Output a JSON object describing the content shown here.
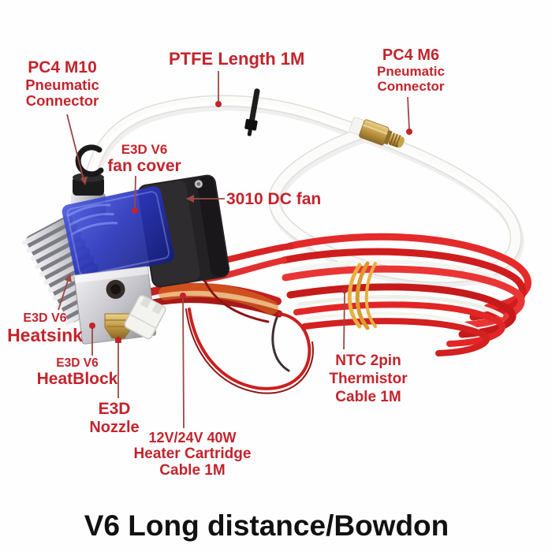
{
  "title": "V6 Long distance/Bowdon",
  "annotations": {
    "pc4_m10": {
      "lines": [
        "PC4 M10",
        "Pneumatic",
        "Connector"
      ]
    },
    "ptfe": {
      "label": "PTFE Length 1M"
    },
    "pc4_m6": {
      "lines": [
        "PC4 M6",
        "Pneumatic",
        "Connector"
      ]
    },
    "fan_cover": {
      "lines": [
        "E3D V6",
        "fan cover"
      ]
    },
    "dc_fan": {
      "label": "3010 DC fan"
    },
    "heatsink": {
      "lines": [
        "E3D V6",
        "Heatsink"
      ]
    },
    "heatblock": {
      "lines": [
        "E3D V6",
        "HeatBlock"
      ]
    },
    "nozzle": {
      "lines": [
        "E3D",
        "Nozzle"
      ]
    },
    "heater_cartridge": {
      "lines": [
        "12V/24V 40W",
        "Heater Cartridge",
        "Cable 1M"
      ]
    },
    "thermistor": {
      "lines": [
        "NTC 2pin",
        "Thermistor",
        "Cable 1M"
      ]
    }
  },
  "colors": {
    "label_red": "#c3242c",
    "leader_line": "#9c4944",
    "title_black": "#111111",
    "fan_cover_blue": "#2b36bd",
    "fan_black": "#242224",
    "ptfe_tube_white": "#fbfbf9",
    "cable_red": "#e02525",
    "rubber_band_yellow": "#e0a838",
    "brass": "#c29a44",
    "heatsink_silver": "#c6c6cc",
    "background": "#fefefe"
  }
}
